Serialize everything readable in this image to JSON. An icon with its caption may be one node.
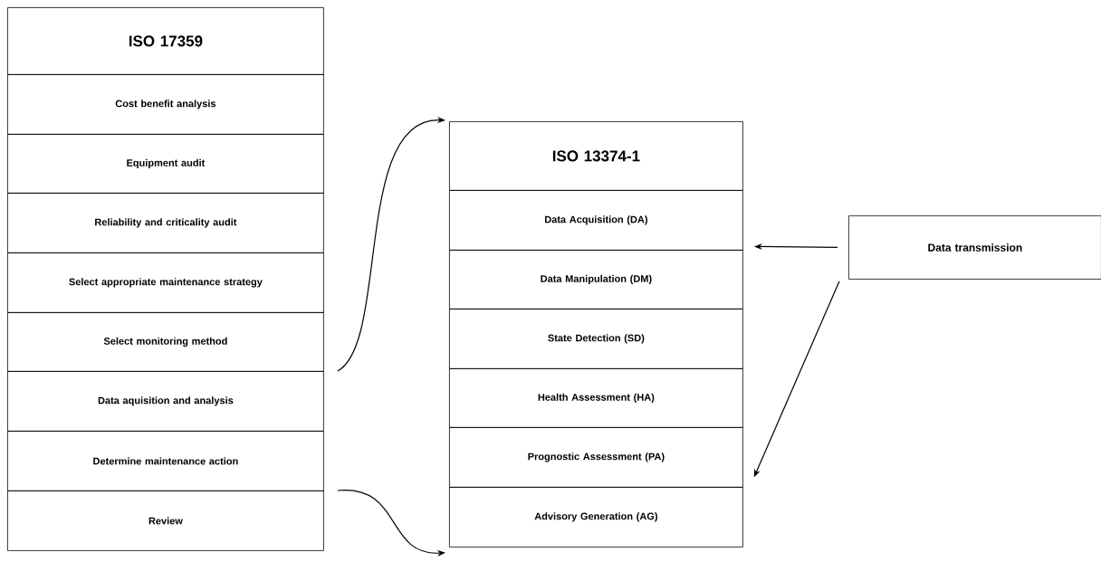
{
  "diagram": {
    "nodes": [
      {
        "text": [
          "ISO 17359"
        ]
      },
      {
        "text": [
          "Cost benefit analysis"
        ]
      },
      {
        "text": [
          "Equipment audit"
        ]
      },
      {
        "text": [
          "Reliability and criticality audit"
        ]
      },
      {
        "text": [
          "Select appropriate maintenance strategy"
        ]
      },
      {
        "text": [
          "Select monitoring method"
        ]
      },
      {
        "text": [
          "Data aquisition and analysis"
        ]
      },
      {
        "text": [
          "Determine maintenance action"
        ]
      },
      {
        "text": [
          "Review"
        ]
      },
      {
        "text": [
          "ISO 13374-1"
        ]
      },
      {
        "text": [
          "Data Acquisition (DA)"
        ]
      },
      {
        "text": [
          "Data Manipulation (DM)"
        ]
      },
      {
        "text": [
          "State Detection (SD)"
        ]
      },
      {
        "text": [
          "Health Assessment (HA)"
        ]
      },
      {
        "text": [
          "Prognostic Assessment (PA)"
        ]
      },
      {
        "text": [
          "Advisory Generation (AG)"
        ]
      },
      {
        "text": [
          "Data transmission"
        ]
      }
    ],
    "edges": [
      {
        "from": 6,
        "to": 9,
        "arrow": "to"
      },
      {
        "from": 8,
        "to": 15,
        "arrow": "to"
      },
      {
        "from": 16,
        "to": 10,
        "arrow": "to"
      },
      {
        "from": 16,
        "to": 14,
        "arrow": "to"
      }
    ]
  }
}
